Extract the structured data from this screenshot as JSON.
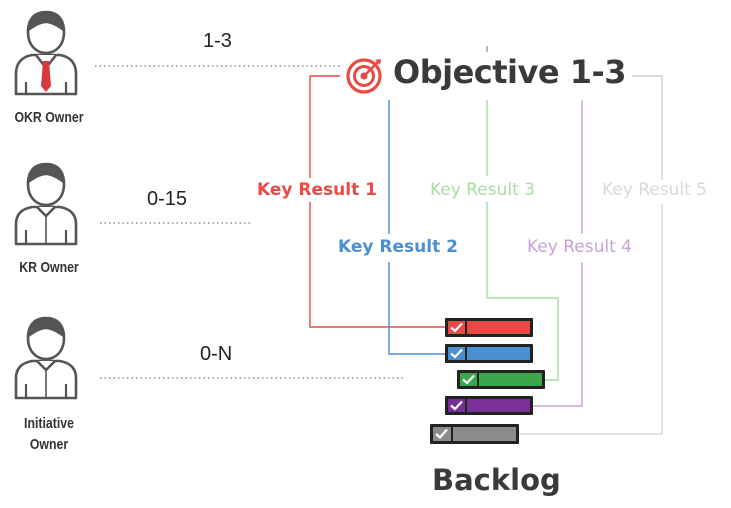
{
  "roles": [
    {
      "label": "OKR Owner",
      "count": "1-3"
    },
    {
      "label": "KR Owner",
      "count": "0-15"
    },
    {
      "label": "Initiative Owner",
      "count": "0-N"
    }
  ],
  "objective": {
    "title": "Objective 1-3",
    "icon": "target-icon",
    "accent": "#e84a45"
  },
  "key_results": [
    {
      "label": "Key Result 1",
      "color": "#e84a45"
    },
    {
      "label": "Key Result 2",
      "color": "#4a8fd0"
    },
    {
      "label": "Key Result 3",
      "color": "#a9dca4"
    },
    {
      "label": "Key Result 4",
      "color": "#c6a2d6"
    },
    {
      "label": "Key Result 5",
      "color": "#d8d8d8"
    }
  ],
  "backlog": {
    "title": "Backlog",
    "item_colors": [
      "#e84a45",
      "#4a8fd0",
      "#3aa84a",
      "#7a2f9a",
      "#8c8c8c"
    ]
  }
}
